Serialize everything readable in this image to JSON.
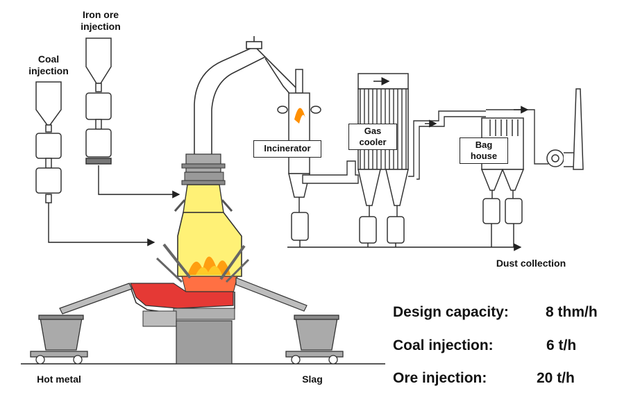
{
  "labels": {
    "coal_injection": "Coal\ninjection",
    "iron_ore_injection": "Iron ore\ninjection",
    "incinerator": "Incinerator",
    "gas_cooler": "Gas\ncooler",
    "bag_house": "Bag\nhouse",
    "dust_collection": "Dust collection",
    "hot_metal": "Hot metal",
    "slag": "Slag"
  },
  "specs": [
    {
      "label": "Design capacity:",
      "value": "8 thm/h"
    },
    {
      "label": "Coal injection:",
      "value": "6 t/h"
    },
    {
      "label": "Ore injection:",
      "value": "20 t/h"
    }
  ],
  "colors": {
    "gas_zone": "#fff176",
    "molten": "#e53935",
    "flame": "#ff8f00",
    "equipment": "#9e9e9e",
    "line": "#222222"
  }
}
